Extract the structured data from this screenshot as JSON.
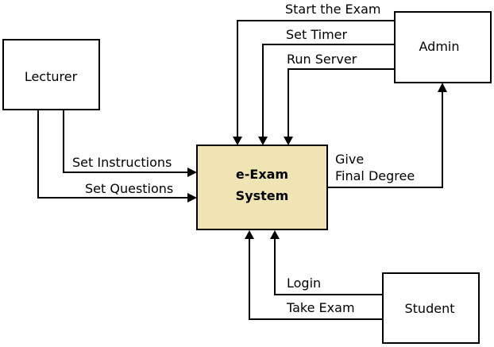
{
  "system": {
    "line1": "e-Exam",
    "line2": "System",
    "fill_color": "#f0e4b4"
  },
  "entities": {
    "lecturer": "Lecturer",
    "admin": "Admin",
    "student": "Student"
  },
  "flows": {
    "start_exam": "Start the Exam",
    "set_timer": "Set Timer",
    "run_server": "Run Server",
    "set_instructions": "Set Instructions",
    "set_questions": "Set Questions",
    "give_final_degree_line1": "Give",
    "give_final_degree_line2": "Final Degree",
    "login": "Login",
    "take_exam": "Take Exam"
  }
}
